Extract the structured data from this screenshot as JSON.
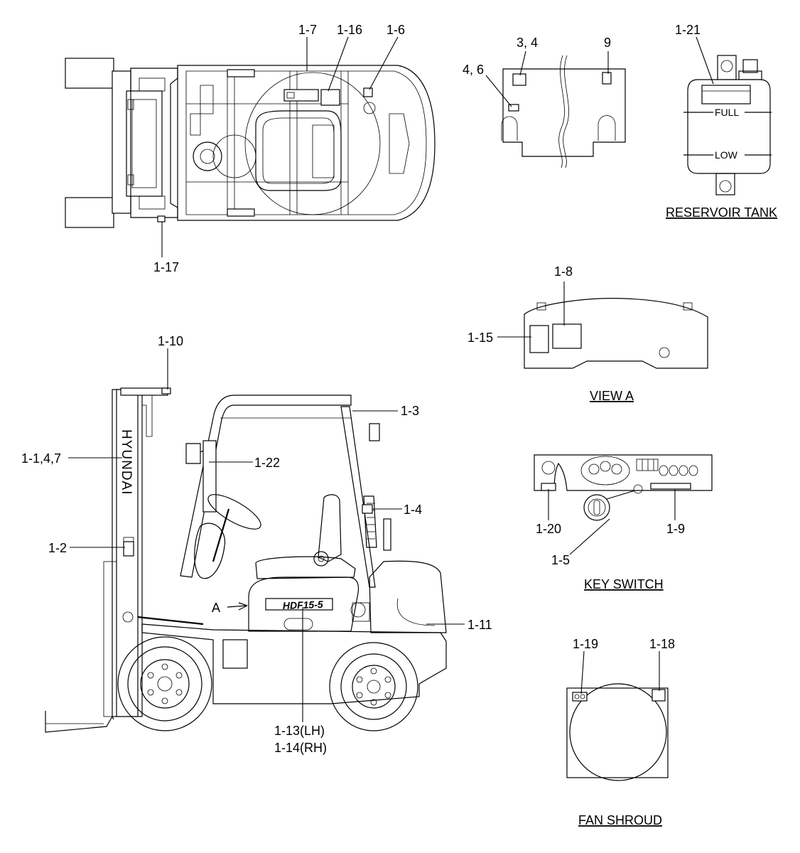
{
  "callouts": {
    "c_1_7": "1-7",
    "c_1_16": "1-16",
    "c_1_6": "1-6",
    "c_1_17": "1-17",
    "c_3_4": "3, 4",
    "c_9_top": "9",
    "c_4_6": "4, 6",
    "c_1_21": "1-21",
    "c_1_8": "1-8",
    "c_1_15": "1-15",
    "c_1_10": "1-10",
    "c_1_3": "1-3",
    "c_1_1_4_7": "1-1,4,7",
    "c_1_22": "1-22",
    "c_1_4": "1-4",
    "c_1_2": "1-2",
    "c_a": "A",
    "c_1_11": "1-11",
    "c_1_13": "1-13(LH)",
    "c_1_14": "1-14(RH)",
    "c_1_20": "1-20",
    "c_1_9": "1-9",
    "c_1_5": "1-5",
    "c_1_19": "1-19",
    "c_1_18": "1-18"
  },
  "titles": {
    "reservoir_tank": "RESERVOIR TANK",
    "view_a": "VIEW A",
    "key_switch": "KEY SWITCH",
    "fan_shroud": "FAN SHROUD"
  },
  "tank_marks": {
    "full": "FULL",
    "low": "LOW"
  },
  "brand": {
    "mast_text": "HYUNDAI",
    "model_text": "HDF15-5"
  }
}
